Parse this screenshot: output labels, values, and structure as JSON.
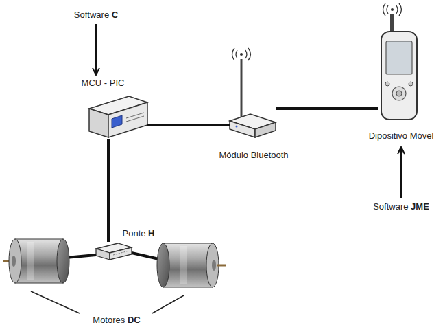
{
  "diagram": {
    "nodes": [
      {
        "text": [
          "Software C"
        ]
      },
      {
        "text": [
          "MCU - PIC"
        ]
      },
      {
        "text": [
          "Módulo Bluetooth"
        ]
      },
      {
        "text": [
          "Dipositivo Móvel"
        ]
      },
      {
        "text": [
          "Software JME"
        ]
      },
      {
        "text": [
          "Ponte H"
        ]
      }
    ],
    "edges": [
      {
        "from": 0,
        "to": 1,
        "arrow": "to"
      },
      {
        "from": 1,
        "to": 2,
        "arrow": "none"
      },
      {
        "from": 2,
        "to": 3,
        "arrow": "none"
      },
      {
        "from": 1,
        "to": 5,
        "arrow": "none"
      },
      {
        "from": 4,
        "to": 3,
        "arrow": "to"
      }
    ],
    "labels": [
      "Motores DC"
    ]
  }
}
